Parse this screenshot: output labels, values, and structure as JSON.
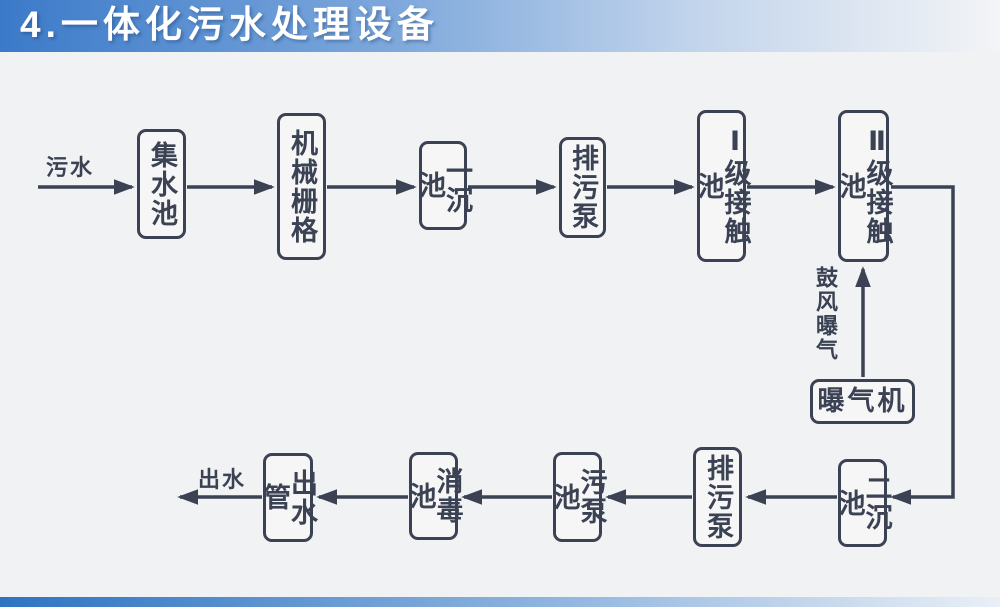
{
  "header": {
    "title": "4.一体化污水处理设备"
  },
  "flow": {
    "inlet_label": "污水",
    "outlet_label": "出水",
    "aeration_arrow_label": "鼓风曝气",
    "nodes": [
      {
        "id": "collection-tank",
        "label": "集水池"
      },
      {
        "id": "mechanical-grid",
        "label": "机械栅格"
      },
      {
        "id": "primary-sedimentation-tank",
        "label": "一沉池"
      },
      {
        "id": "sewage-discharge-pump-upper",
        "label": "排污泵"
      },
      {
        "id": "stage-1-contact-tank",
        "label": "Ⅰ级接触池"
      },
      {
        "id": "stage-2-contact-tank",
        "label": "Ⅱ级接触池"
      },
      {
        "id": "aerator",
        "label": "曝气机"
      },
      {
        "id": "secondary-sedimentation-tank",
        "label": "二沉池"
      },
      {
        "id": "sewage-discharge-pump-lower",
        "label": "排污泵"
      },
      {
        "id": "sewage-pump-tank",
        "label": "污泵池"
      },
      {
        "id": "disinfection-tank",
        "label": "消毒池"
      },
      {
        "id": "outlet-pipe",
        "label": "出水管"
      }
    ]
  },
  "colors": {
    "diagram_line": "#3A4254",
    "header_gradient_start": "#3B7AC9",
    "header_gradient_end": "#F3F4F6",
    "footer_gradient_start": "#2E74C2",
    "background": "#F1F2F3",
    "title_text": "#FFFFFF"
  }
}
